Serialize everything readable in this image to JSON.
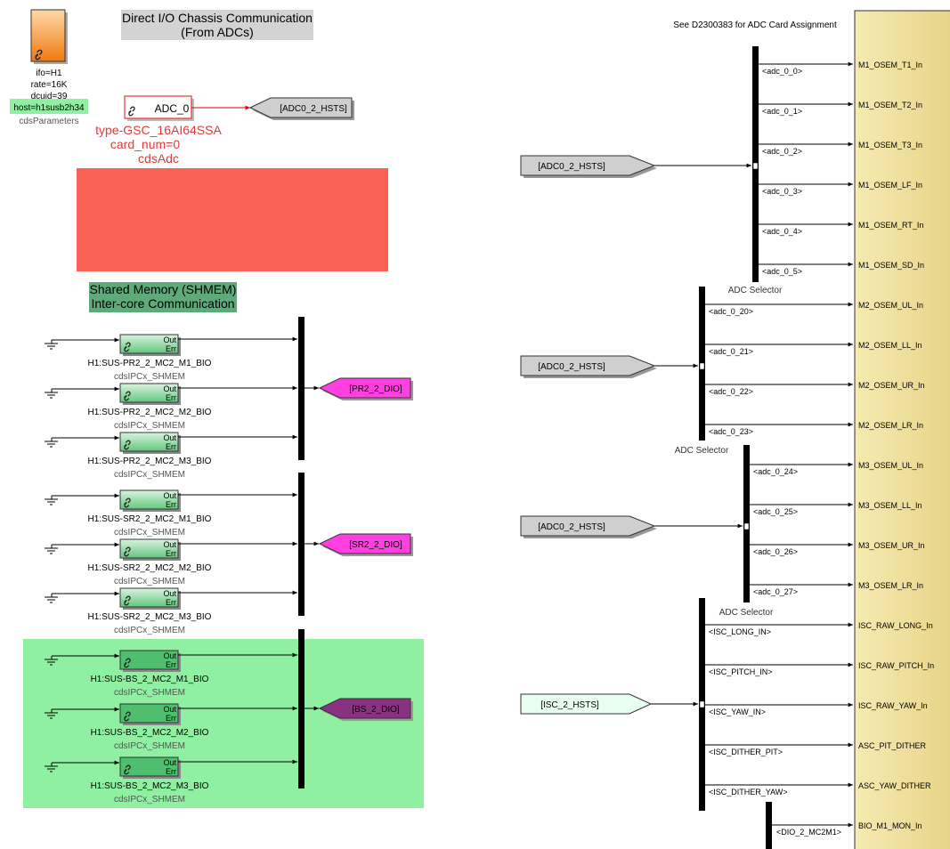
{
  "params": {
    "ifo": "ifo=H1",
    "rate": "rate=16K",
    "dcuid": "dcuid=39",
    "host": "host=h1susb2h34",
    "name": "cdsParameters"
  },
  "title": {
    "line1": "Direct I/O Chassis Communication",
    "line2": "(From ADCs)"
  },
  "adc": {
    "block_label": "ADC_0",
    "type": "type-GSC_16AI64SSA",
    "card_num": "card_num=0",
    "name": "cdsAdc",
    "goto_tag": "[ADC0_2_HSTS]"
  },
  "shmem_title": {
    "line1": "Shared Memory (SHMEM)",
    "line2": "Inter-core Communication"
  },
  "ipc": {
    "out": "Out",
    "err": "Err",
    "type": "cdsIPCx_SHMEM",
    "blocks": [
      "H1:SUS-PR2_2_MC2_M1_BIO",
      "H1:SUS-PR2_2_MC2_M2_BIO",
      "H1:SUS-PR2_2_MC2_M3_BIO",
      "H1:SUS-SR2_2_MC2_M1_BIO",
      "H1:SUS-SR2_2_MC2_M2_BIO",
      "H1:SUS-SR2_2_MC2_M3_BIO",
      "H1:SUS-BS_2_MC2_M1_BIO",
      "H1:SUS-BS_2_MC2_M2_BIO",
      "H1:SUS-BS_2_MC2_M3_BIO"
    ],
    "gotos": [
      "[PR2_2_DIO]",
      "[SR2_2_DIO]",
      "[BS_2_DIO]"
    ]
  },
  "card_note": "See D2300383 for ADC Card Assignment",
  "selector_label": "ADC Selector",
  "from_tags": [
    "[ADC0_2_HSTS]",
    "[ADC0_2_HSTS]",
    "[ADC0_2_HSTS]",
    "[ISC_2_HSTS]"
  ],
  "selectors": [
    [
      "<adc_0_0>",
      "<adc_0_1>",
      "<adc_0_2>",
      "<adc_0_3>",
      "<adc_0_4>",
      "<adc_0_5>"
    ],
    [
      "<adc_0_20>",
      "<adc_0_21>",
      "<adc_0_22>",
      "<adc_0_23>"
    ],
    [
      "<adc_0_24>",
      "<adc_0_25>",
      "<adc_0_26>",
      "<adc_0_27>"
    ],
    [
      "<ISC_LONG_IN>",
      "<ISC_PITCH_IN>",
      "<ISC_YAW_IN>",
      "<ISC_DITHER_PIT>",
      "<ISC_DITHER_YAW>"
    ]
  ],
  "bottom_signal": "<DIO_2_MC2M1>",
  "inports": [
    "M1_OSEM_T1_In",
    "M1_OSEM_T2_In",
    "M1_OSEM_T3_In",
    "M1_OSEM_LF_In",
    "M1_OSEM_RT_In",
    "M1_OSEM_SD_In",
    "M2_OSEM_UL_In",
    "M2_OSEM_LL_In",
    "M2_OSEM_UR_In",
    "M2_OSEM_LR_In",
    "M3_OSEM_UL_In",
    "M3_OSEM_LL_In",
    "M3_OSEM_UR_In",
    "M3_OSEM_LR_In",
    "ISC_RAW_LONG_In",
    "ISC_RAW_PITCH_In",
    "ISC_RAW_YAW_In",
    "ASC_PIT_DITHER",
    "ASC_YAW_DITHER",
    "BIO_M1_MON_In"
  ],
  "colors": {
    "param_block": "#f07a10",
    "host_bg": "#8ef0a0",
    "title_bg": "#d3d3d3",
    "adc_red": "#e03a3a",
    "red_area": "#f96254",
    "shmem_bg": "#5faa7a",
    "green_area": "#8ef0a0",
    "ipc_block": "#9fdcb0",
    "pink": "#ff3fe0",
    "purple": "#8a3282",
    "goto_gray": "#cfcfcf",
    "isc_from": "#e8fff0",
    "subsystem": "#f2e6a8"
  }
}
